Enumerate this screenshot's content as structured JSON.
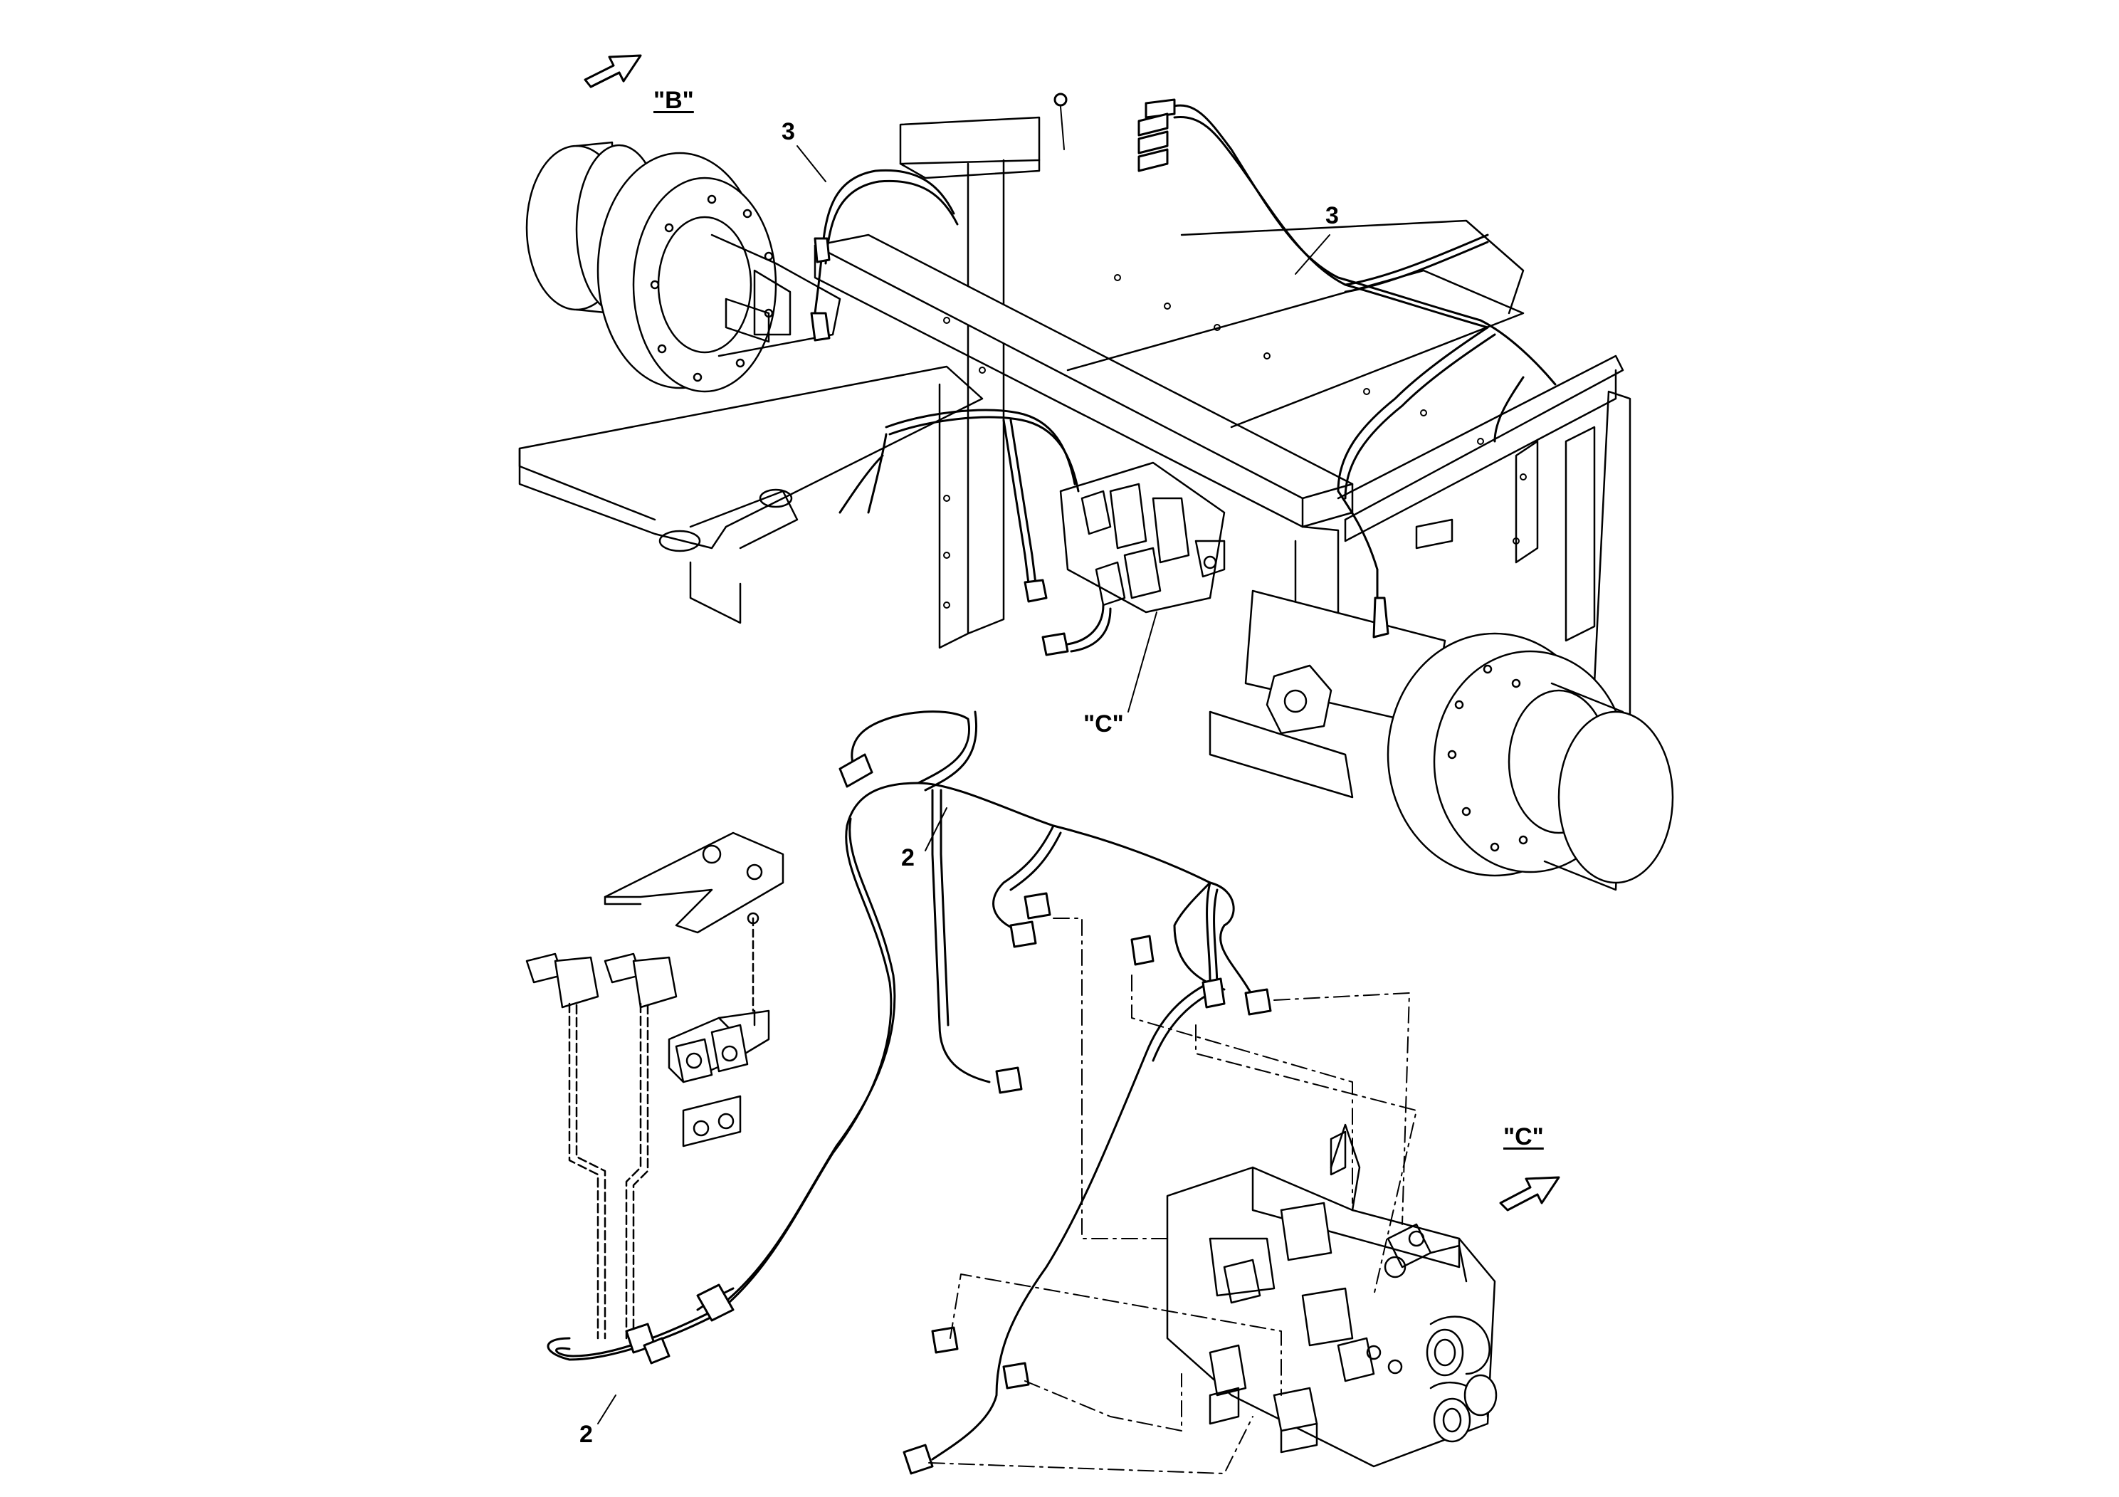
{
  "callouts": {
    "view_b_top": "\"B\"",
    "item_3_left": "3",
    "item_3_right": "3",
    "view_c_mid": "\"C\"",
    "item_2_upper": "2",
    "item_2_lower": "2",
    "view_c_right": "\"C\""
  },
  "icons": {
    "view_arrow": "view-direction-arrow-icon"
  }
}
